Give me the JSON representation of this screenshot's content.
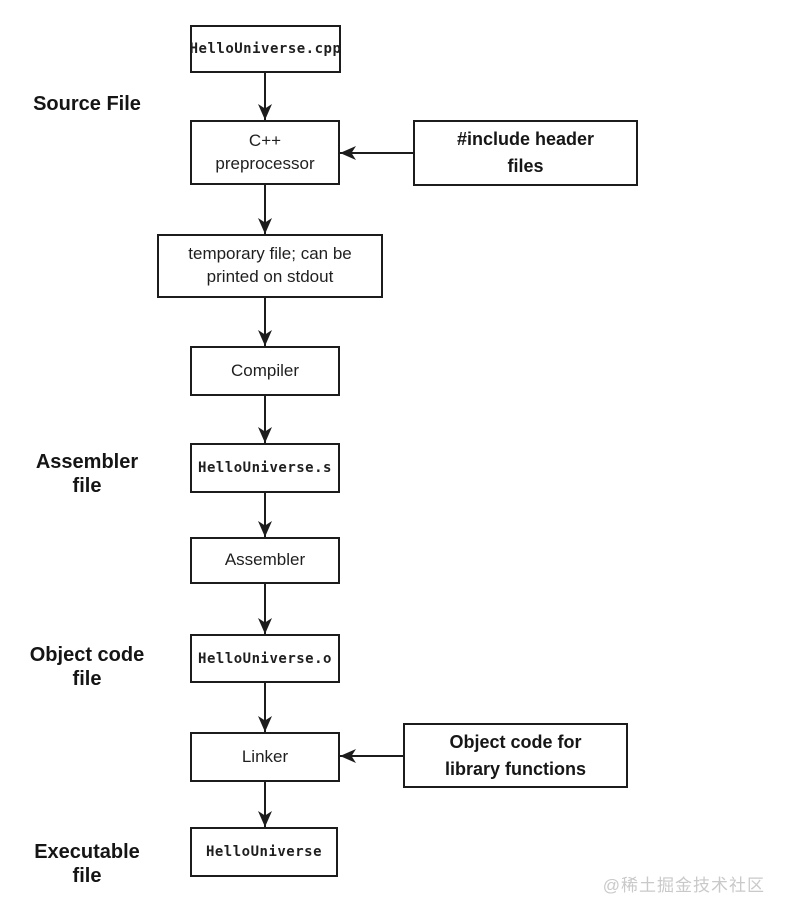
{
  "flowchart": {
    "nodes": {
      "source_file": {
        "label": "HelloUniverse.cpp"
      },
      "preprocessor": {
        "label": "C++\npreprocessor"
      },
      "include_headers": {
        "label": "#include header\nfiles"
      },
      "temp_file": {
        "label": "temporary file; can be\nprinted on stdout"
      },
      "compiler": {
        "label": "Compiler"
      },
      "assembly_file": {
        "label": "HelloUniverse.s"
      },
      "assembler": {
        "label": "Assembler"
      },
      "object_file": {
        "label": "HelloUniverse.o"
      },
      "linker": {
        "label": "Linker"
      },
      "library_objects": {
        "label": "Object code for\nlibrary functions"
      },
      "executable": {
        "label": "HelloUniverse"
      }
    },
    "stage_labels": {
      "source": "Source File",
      "assembler": "Assembler\nfile",
      "object": "Object code\nfile",
      "executable": "Executable\nfile"
    },
    "edges": [
      {
        "from": "source_file",
        "to": "preprocessor"
      },
      {
        "from": "include_headers",
        "to": "preprocessor"
      },
      {
        "from": "preprocessor",
        "to": "temp_file"
      },
      {
        "from": "temp_file",
        "to": "compiler"
      },
      {
        "from": "compiler",
        "to": "assembly_file"
      },
      {
        "from": "assembly_file",
        "to": "assembler"
      },
      {
        "from": "assembler",
        "to": "object_file"
      },
      {
        "from": "object_file",
        "to": "linker"
      },
      {
        "from": "library_objects",
        "to": "linker"
      },
      {
        "from": "linker",
        "to": "executable"
      }
    ],
    "colors": {
      "box_border": "#1c1c1c",
      "box_fill": "#ffffff",
      "text": "#1f1f1f",
      "watermark": "#c9c9c9"
    }
  },
  "watermark": "@稀土掘金技术社区"
}
